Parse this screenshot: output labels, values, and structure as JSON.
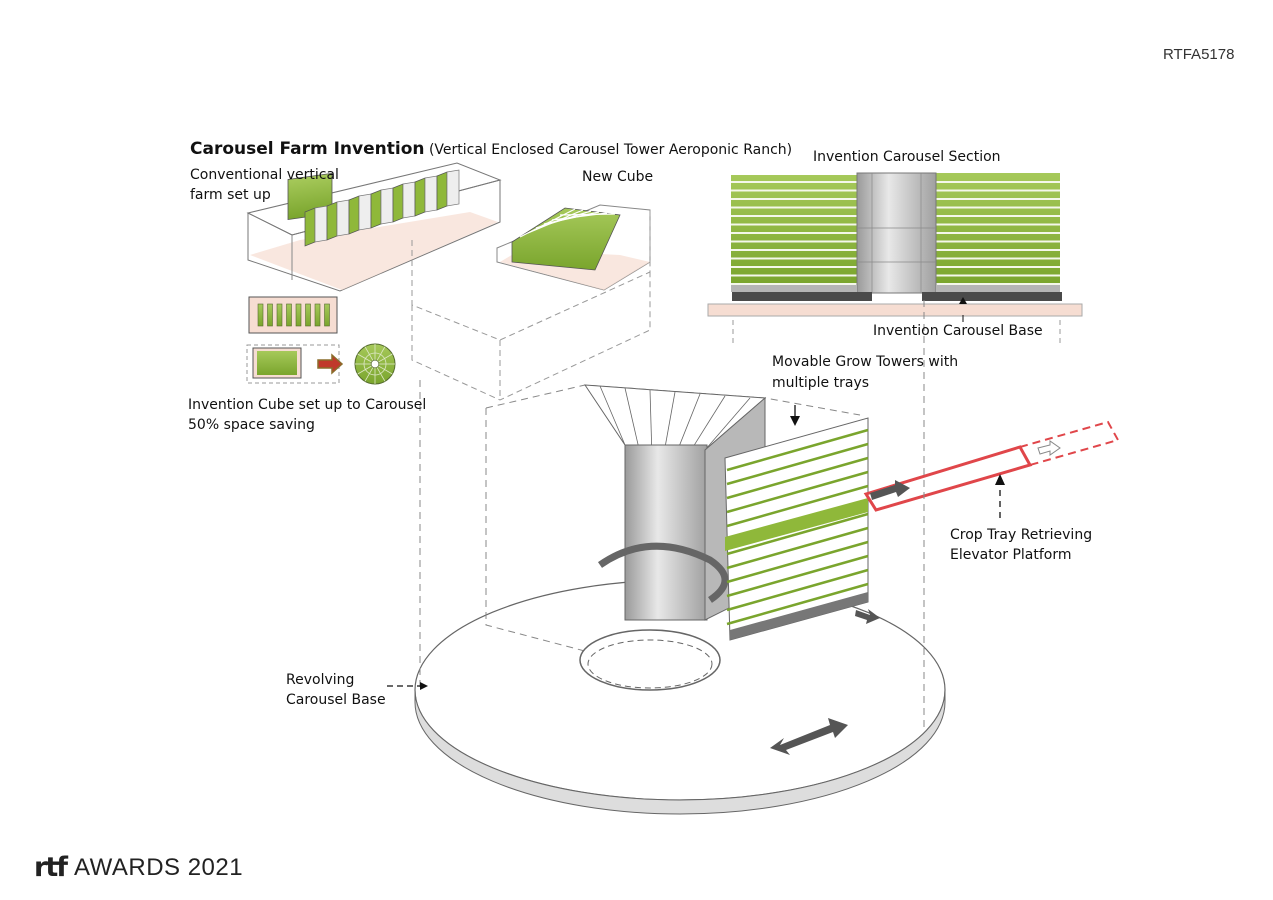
{
  "document_code": "RTFA5178",
  "footer": {
    "logo_mark": "rtf",
    "awards_label": "AWARDS 2021"
  },
  "title": {
    "main": "Carousel Farm Invention",
    "sub": "(Vertical Enclosed Carousel Tower Aeroponic Ranch)"
  },
  "labels": {
    "conventional_line1": "Conventional vertical",
    "conventional_line2": "farm set up",
    "new_cube": "New Cube",
    "section_title": "Invention  Carousel Section",
    "carousel_base": "Invention Carousel Base",
    "cube_to_carousel_line1": "Invention Cube set up to Carousel",
    "cube_to_carousel_line2": "50% space saving",
    "grow_towers_line1": "Movable Grow Towers with",
    "grow_towers_line2": "multiple trays",
    "crop_tray_line1": "Crop Tray Retrieving",
    "crop_tray_line2": "Elevator Platform",
    "revolving_line1": "Revolving",
    "revolving_line2": "Carousel Base"
  },
  "colors": {
    "plant_green": "#8fb83a",
    "platform_red": "#e0464a",
    "base_pink": "#f6ddd2",
    "arrow_dark": "#555555"
  }
}
